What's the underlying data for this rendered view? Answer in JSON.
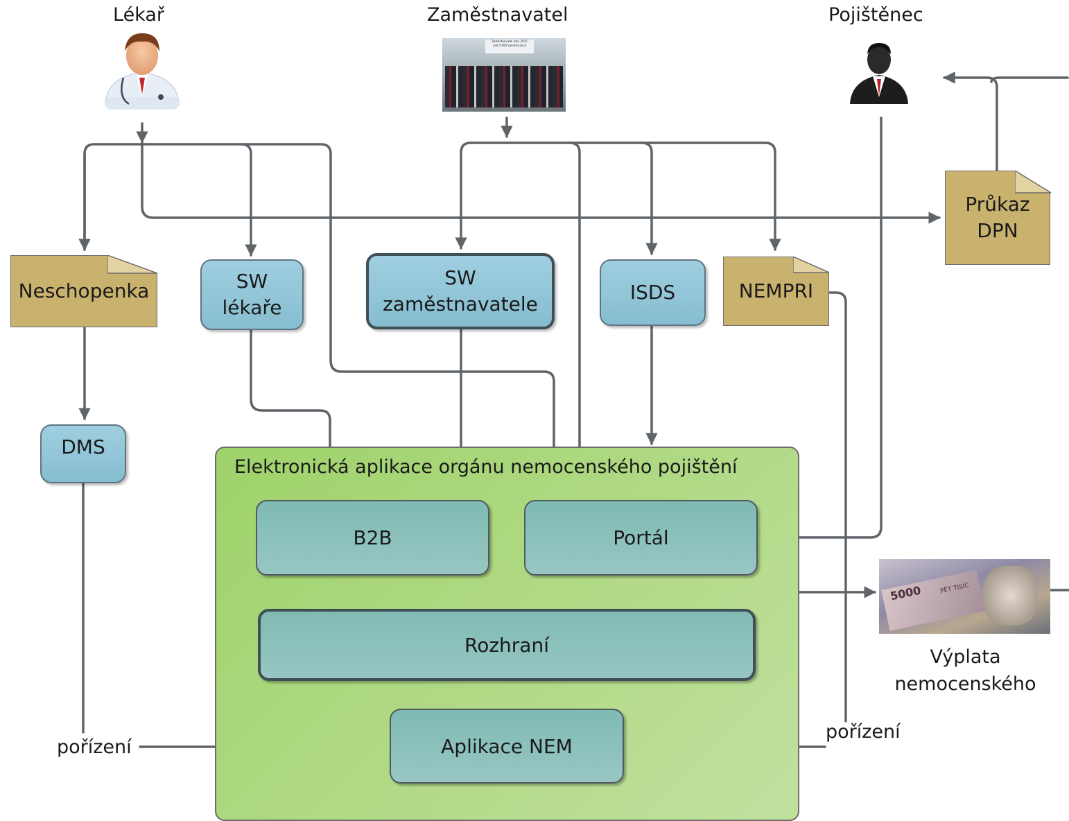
{
  "actors": {
    "doctor": "Lékař",
    "employer": "Zaměstnavatel",
    "insured": "Pojištěnec"
  },
  "documents": {
    "neschopenka": "Neschopenka",
    "nempri": "NEMPRI",
    "prukaz_dpn": "Průkaz\nDPN"
  },
  "systems": {
    "sw_lekare": "SW\nlékaře",
    "sw_zamestnavatele": "SW\nzaměstnavatele",
    "isds": "ISDS",
    "dms": "DMS"
  },
  "application": {
    "title": "Elektronická aplikace orgánu nemocenského pojištění",
    "b2b": "B2B",
    "portal": "Portál",
    "rozhrani": "Rozhraní",
    "aplikace_nem": "Aplikace NEM"
  },
  "labels": {
    "porizeni_left": "pořízení",
    "porizeni_right": "pořízení",
    "vyplata": "Výplata\nnemocenského"
  },
  "photo_text": {
    "employer_banner": "Zaměstnavatel roku 2015\nnad 5.000 zaměstnanců",
    "banknote_value": "5000",
    "banknote_text": "PĚT TISÍC"
  },
  "colors": {
    "connector": "#5f6469",
    "document": "#c9b26e",
    "system_box": "#93c6d8",
    "application_region": "#b0da86",
    "application_module": "#8cc0bb"
  },
  "icons": {
    "doctor": "doctor-icon",
    "insured": "businessman-icon",
    "employer": "award-photo",
    "payout": "banknotes-photo"
  }
}
